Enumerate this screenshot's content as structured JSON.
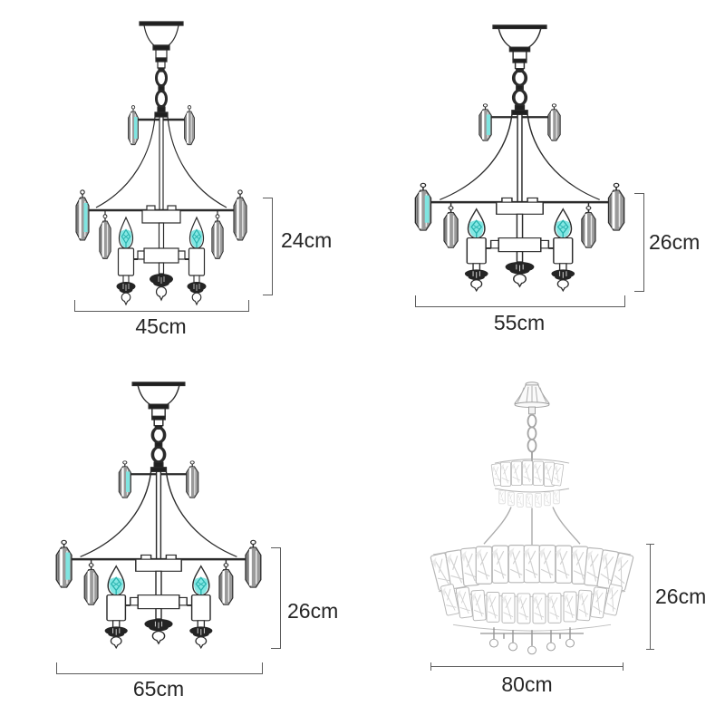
{
  "diagram": {
    "description": "Chandelier size chart with four variants",
    "colors": {
      "background": "#ffffff",
      "line_ink": "#2b2b2b",
      "crystal_gray": "#9a9a9a",
      "accent_cyan": "#7fe5e1",
      "accent_cyan_dark": "#28b2ae",
      "photo_stroke": "#b3b3b3",
      "dimension_line": "#5a5a5a",
      "label_text": "#262626"
    },
    "figures": [
      {
        "name": "chandelier-45cm",
        "style": "line-drawing",
        "height": "24cm",
        "width": "45cm"
      },
      {
        "name": "chandelier-55cm",
        "style": "line-drawing",
        "height": "26cm",
        "width": "55cm"
      },
      {
        "name": "chandelier-65cm",
        "style": "line-drawing",
        "height": "26cm",
        "width": "65cm"
      },
      {
        "name": "chandelier-80cm",
        "style": "photo",
        "height": "26cm",
        "width": "80cm"
      }
    ]
  }
}
